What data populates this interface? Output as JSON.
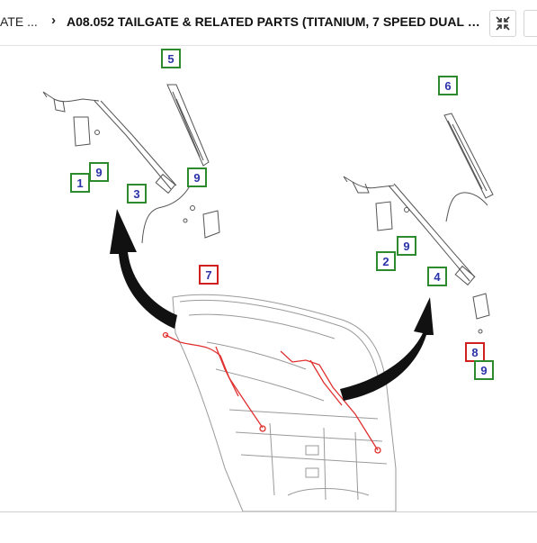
{
  "header": {
    "prev_crumb": "ATE ...",
    "separator": "›",
    "title": "A08.052 TAILGATE & RELATED PARTS (TITANIUM, 7 SPEED DUAL C..."
  },
  "toolbar": {
    "collapse_icon": "collapse-arrows-icon"
  },
  "callouts": [
    {
      "label": "5",
      "status": "green"
    },
    {
      "label": "1",
      "status": "green"
    },
    {
      "label": "9",
      "status": "green"
    },
    {
      "label": "3",
      "status": "green"
    },
    {
      "label": "9",
      "status": "green"
    },
    {
      "label": "7",
      "status": "red"
    },
    {
      "label": "6",
      "status": "green"
    },
    {
      "label": "2",
      "status": "green"
    },
    {
      "label": "9",
      "status": "green"
    },
    {
      "label": "4",
      "status": "green"
    },
    {
      "label": "8",
      "status": "red"
    },
    {
      "label": "9",
      "status": "green"
    }
  ],
  "colors": {
    "callout_border_green": "#2d8a2d",
    "callout_border_red": "#d02020",
    "callout_text": "#2a33a8",
    "highlight_red": "#e03030",
    "arrow": "#111111"
  }
}
